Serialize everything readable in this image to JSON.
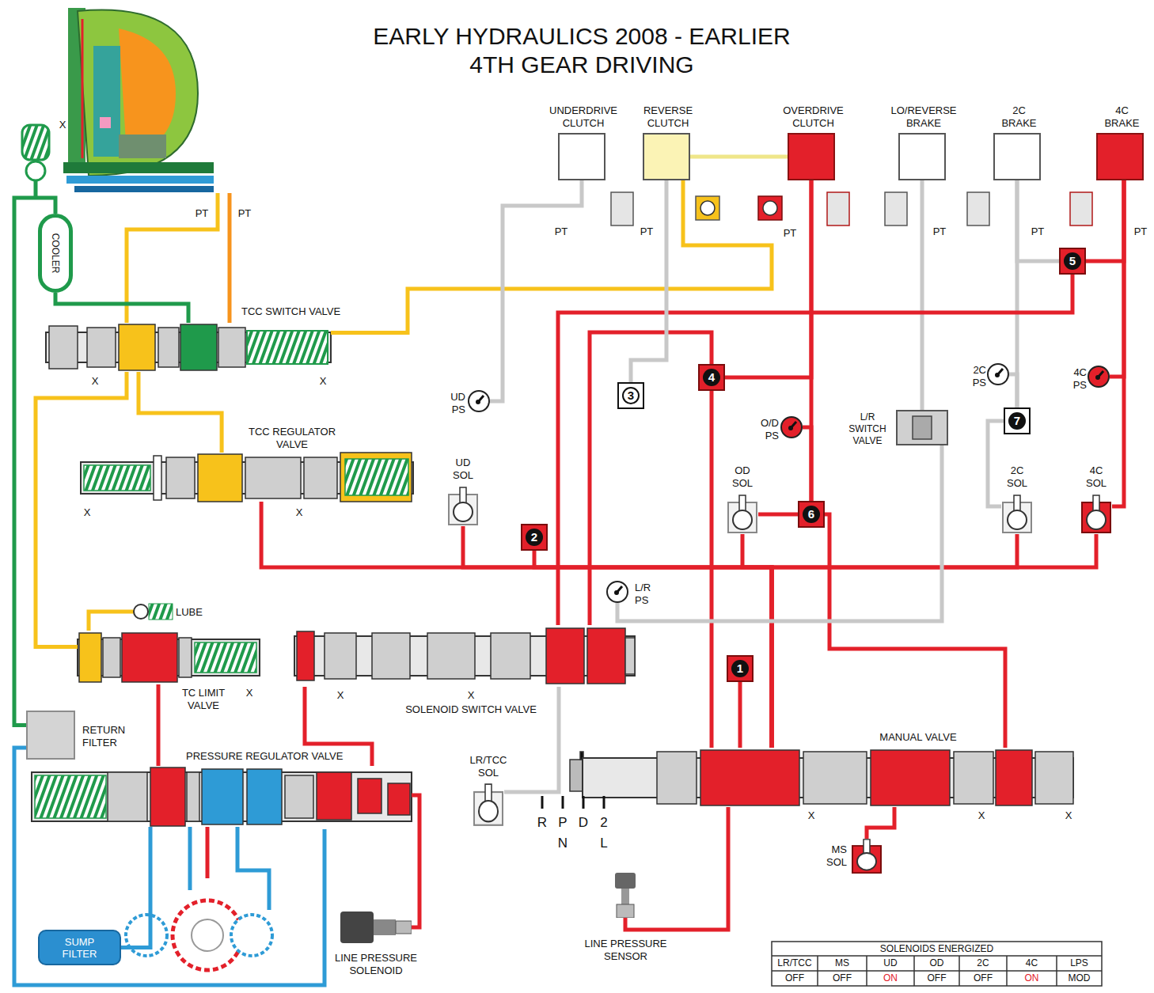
{
  "diagram": {
    "title": "EARLY HYDRAULICS 2008 - EARLIER 4TH GEAR DRIVING",
    "nodes": [
      {
        "text": [
          "UNDERDRIVE CLUTCH"
        ]
      },
      {
        "text": [
          "REVERSE CLUTCH"
        ]
      },
      {
        "text": [
          "OVERDRIVE CLUTCH"
        ]
      },
      {
        "text": [
          "LO/REVERSE BRAKE"
        ]
      },
      {
        "text": [
          "2C BRAKE"
        ]
      },
      {
        "text": [
          "4C BRAKE"
        ]
      },
      {
        "text": [
          "COOLER"
        ]
      },
      {
        "text": [
          "5"
        ]
      },
      {
        "text": [
          "TCC SWITCH VALVE"
        ]
      },
      {
        "text": [
          "UD PS"
        ]
      },
      {
        "text": [
          "3"
        ]
      },
      {
        "text": [
          "4"
        ]
      },
      {
        "text": [
          "2C PS"
        ]
      },
      {
        "text": [
          "4C PS"
        ]
      },
      {
        "text": [
          "O/D PS"
        ]
      },
      {
        "text": [
          "L/R SWITCH VALVE"
        ]
      },
      {
        "text": [
          "7"
        ]
      },
      {
        "text": [
          "TCC REGULATOR VALVE"
        ]
      },
      {
        "text": [
          "UD SOL"
        ]
      },
      {
        "text": [
          "OD SOL"
        ]
      },
      {
        "text": [
          "6"
        ]
      },
      {
        "text": [
          "2C SOL"
        ]
      },
      {
        "text": [
          "4C SOL"
        ]
      },
      {
        "text": [
          "2"
        ]
      },
      {
        "text": [
          "L/R PS"
        ]
      },
      {
        "text": [
          "TC LIMIT VALVE"
        ]
      },
      {
        "text": [
          "SOLENOID SWITCH VALVE"
        ]
      },
      {
        "text": [
          "1"
        ]
      },
      {
        "text": [
          "RETURN FILTER"
        ]
      },
      {
        "text": [
          "MANUAL VALVE"
        ]
      },
      {
        "text": [
          "PRESSURE REGULATOR VALVE"
        ]
      },
      {
        "text": [
          "LR/TCC SOL"
        ]
      },
      {
        "text": [
          "MS SOL"
        ]
      },
      {
        "text": [
          "SUMP FILTER"
        ]
      },
      {
        "text": [
          "LINE PRESSURE SOLENOID"
        ]
      },
      {
        "text": [
          "LINE PRESSURE SENSOR"
        ]
      }
    ],
    "edges": [
      {
        "from": 6,
        "to": 8,
        "arrow": "none"
      },
      {
        "from": 28,
        "to": 6,
        "arrow": "none"
      },
      {
        "from": 8,
        "to": 17,
        "arrow": "none"
      },
      {
        "from": 8,
        "to": 1,
        "arrow": "none"
      },
      {
        "from": 1,
        "to": 2,
        "arrow": "none"
      },
      {
        "from": 20,
        "to": 2,
        "arrow": "none"
      },
      {
        "from": 19,
        "to": 20,
        "arrow": "none"
      },
      {
        "from": 11,
        "to": 2,
        "arrow": "none"
      },
      {
        "from": 14,
        "to": 20,
        "arrow": "none"
      },
      {
        "from": 22,
        "to": 5,
        "arrow": "none"
      },
      {
        "from": 13,
        "to": 5,
        "arrow": "none"
      },
      {
        "from": 7,
        "to": 5,
        "arrow": "none"
      },
      {
        "from": 7,
        "to": 4,
        "arrow": "none"
      },
      {
        "from": 21,
        "to": 16,
        "arrow": "none"
      },
      {
        "from": 16,
        "to": 4,
        "arrow": "none"
      },
      {
        "from": 12,
        "to": 16,
        "arrow": "none"
      },
      {
        "from": 15,
        "to": 3,
        "arrow": "none"
      },
      {
        "from": 26,
        "to": 7,
        "arrow": "none"
      },
      {
        "from": 26,
        "to": 11,
        "arrow": "none"
      },
      {
        "from": 29,
        "to": 27,
        "arrow": "none"
      },
      {
        "from": 29,
        "to": 22,
        "arrow": "none"
      },
      {
        "from": 29,
        "to": 18,
        "arrow": "none"
      },
      {
        "from": 29,
        "to": 19,
        "arrow": "none"
      },
      {
        "from": 29,
        "to": 21,
        "arrow": "none"
      },
      {
        "from": 29,
        "to": 17,
        "arrow": "none"
      },
      {
        "from": 23,
        "to": 29,
        "arrow": "none"
      },
      {
        "from": 30,
        "to": 25,
        "arrow": "none"
      },
      {
        "from": 30,
        "to": 26,
        "arrow": "none"
      },
      {
        "from": 30,
        "to": 34,
        "arrow": "none"
      },
      {
        "from": 29,
        "to": 35,
        "arrow": "none"
      },
      {
        "from": 29,
        "to": 32,
        "arrow": "none"
      },
      {
        "from": 25,
        "to": 8,
        "arrow": "none"
      },
      {
        "from": 31,
        "to": 26,
        "arrow": "none"
      },
      {
        "from": 24,
        "to": 15,
        "arrow": "none"
      },
      {
        "from": 9,
        "to": 0,
        "arrow": "none"
      },
      {
        "from": 10,
        "to": 1,
        "arrow": "none"
      },
      {
        "from": 33,
        "to": 30,
        "arrow": "none"
      }
    ],
    "labels": [
      "PT",
      "PT",
      "PT",
      "PT",
      "PT",
      "PT",
      "PT",
      "PT",
      "X",
      "X",
      "X",
      "X",
      "X",
      "X",
      "X",
      "X",
      "X",
      "X",
      "X",
      "LUBE",
      "R",
      "P",
      "D",
      "2",
      "N",
      "L",
      "SOLENOIDS ENERGIZED",
      "LR/TCC",
      "MS",
      "UD",
      "OD",
      "2C",
      "4C",
      "LPS",
      "OFF",
      "OFF",
      "ON",
      "OFF",
      "OFF",
      "ON",
      "MOD"
    ]
  }
}
